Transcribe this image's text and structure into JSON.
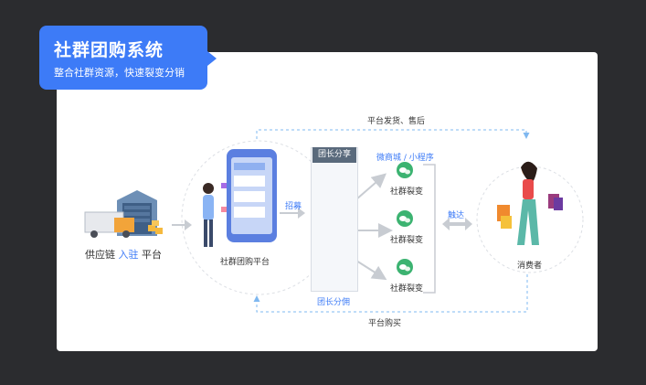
{
  "header": {
    "title": "社群团购系统",
    "subtitle": "整合社群资源，快速裂变分销"
  },
  "nodes": {
    "supply_chain": {
      "prefix": "供应链",
      "highlight": "入驻",
      "suffix": "平台"
    },
    "platform": "社群团购平台",
    "recruit": "招募",
    "leader_share": "团长分享",
    "mini_program": "微商城 / 小程序",
    "fission": [
      "社群裂变",
      "社群裂变",
      "社群裂变"
    ],
    "reach": "触达",
    "consumer": "消费者",
    "leader_commission": "团长分佣"
  },
  "flows": {
    "top": "平台发货、售后",
    "bottom": "平台购买"
  },
  "colors": {
    "accent": "#3d7bf7",
    "wechat_green": "#3cb371",
    "arrow_gray": "#c8ccd2",
    "dashed_blue": "#7fb8f0"
  }
}
